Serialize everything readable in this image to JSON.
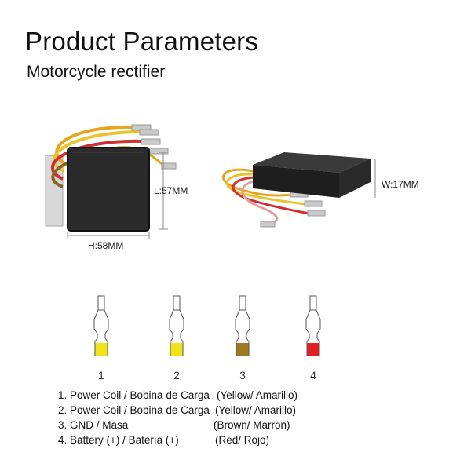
{
  "header": {
    "title": "Product Parameters",
    "subtitle": "Motorcycle rectifier"
  },
  "dimensions": {
    "length": "L:57MM",
    "height": "H:58MM",
    "width": "W:17MM"
  },
  "connectors": [
    {
      "number": "1",
      "color": "#f2e21a"
    },
    {
      "number": "2",
      "color": "#f2e21a"
    },
    {
      "number": "3",
      "color": "#a07820"
    },
    {
      "number": "4",
      "color": "#e02020"
    }
  ],
  "legend": [
    {
      "label": "1. Power Coil / Bobina de Carga",
      "color_name": "(Yellow/ Amarillo)"
    },
    {
      "label": "2. Power Coil / Bobina de Carga",
      "color_name": "(Yellow/ Amarillo)"
    },
    {
      "label": "3. GND / Masa",
      "color_name": "(Brown/ Marron)"
    },
    {
      "label": "4. Battery (+) / Batería (+)",
      "color_name": "(Red/ Rojo)"
    }
  ]
}
